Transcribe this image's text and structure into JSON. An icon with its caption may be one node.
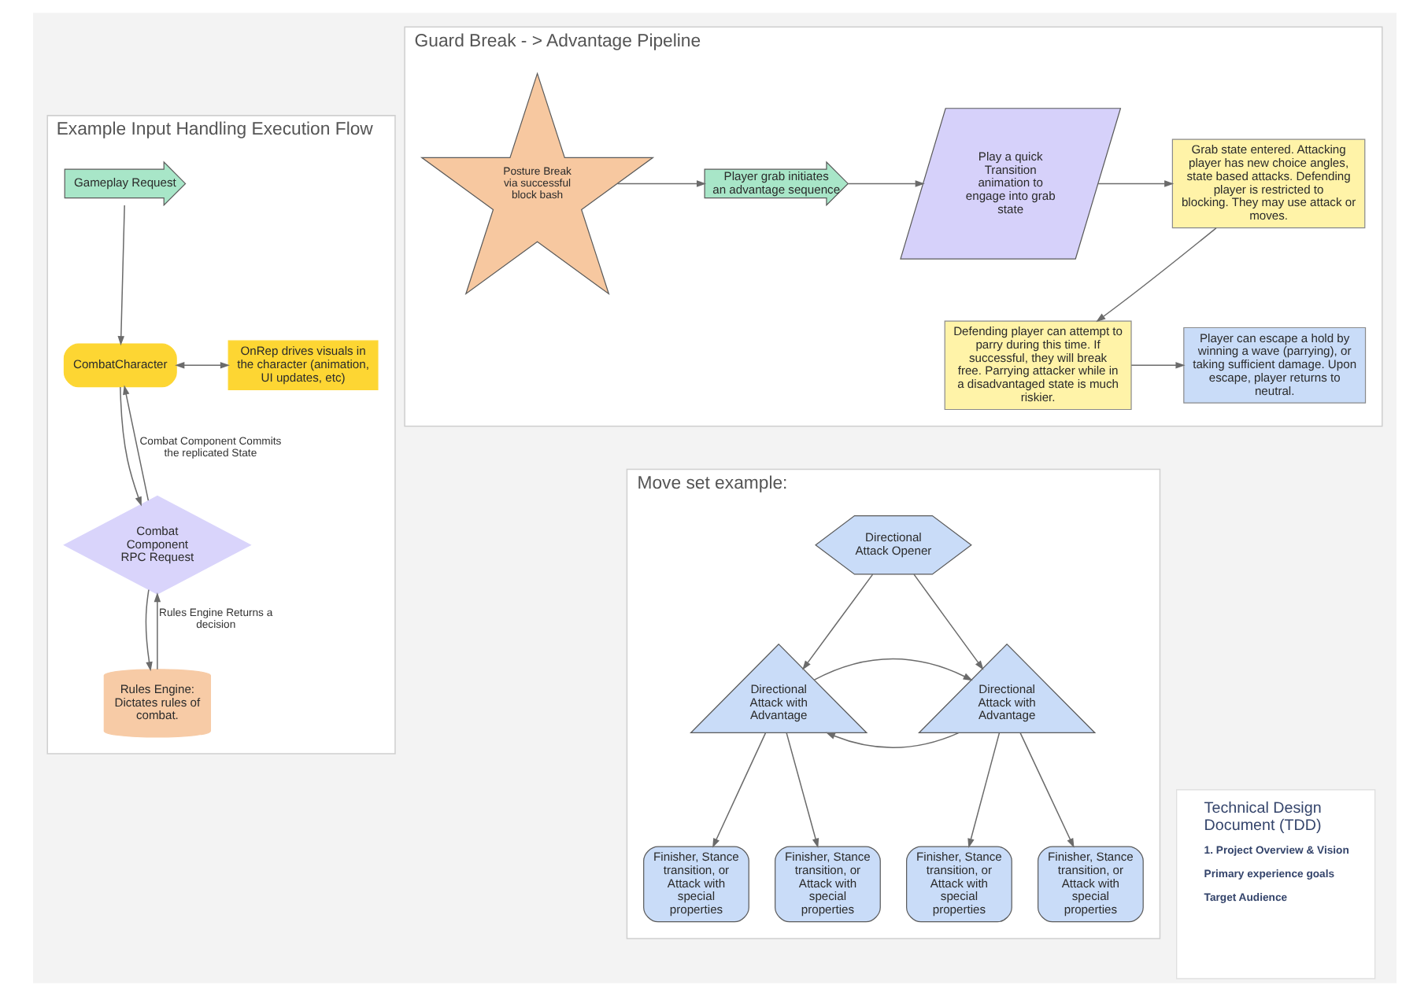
{
  "diagram": {
    "nodes": [
      {
        "text": [
          "Example Input Handling Execution Flow"
        ]
      },
      {
        "text": [
          "Gameplay Request"
        ],
        "in": 0
      },
      {
        "text": [
          "CombatCharacter"
        ],
        "in": 0
      },
      {
        "text": [
          "OnRep drives visuals in the character (animation, UI updates, etc)"
        ],
        "in": 0
      },
      {
        "text": [
          "Combat Component RPC Request"
        ],
        "in": 0
      },
      {
        "text": [
          "Rules Engine: Dictates rules of combat."
        ],
        "in": 0
      },
      {
        "text": [
          "Guard Break - > Advantage Pipeline"
        ]
      },
      {
        "text": [
          "Posture Break via successful block bash"
        ],
        "in": 6
      },
      {
        "text": [
          "Player grab initiates an advantage sequence"
        ],
        "in": 6
      },
      {
        "text": [
          "Play a quick Transition animation to engage into grab state"
        ],
        "in": 6
      },
      {
        "text": [
          "Grab state entered. Attacking player has new choice angles, state based attacks. Defending player is restricted to blocking. They may use attack or moves."
        ],
        "in": 6
      },
      {
        "text": [
          "Defending player can attempt to parry during this time. If successful, they will break free. Parrying attacker while in a disadvantaged state is much riskier."
        ],
        "in": 6
      },
      {
        "text": [
          "Player can escape a hold by winning a wave (parrying), or taking sufficient damage. Upon escape, player returns to neutral."
        ],
        "in": 6
      },
      {
        "text": [
          "Move set example:"
        ]
      },
      {
        "text": [
          "Directional Attack Opener"
        ],
        "in": 13
      },
      {
        "text": [
          "Directional Attack with Advantage"
        ],
        "in": 13
      },
      {
        "text": [
          "Directional Attack with Advantage"
        ],
        "in": 13
      },
      {
        "text": [
          "Finisher, Stance transition, or Attack with special properties"
        ],
        "in": 13
      },
      {
        "text": [
          "Finisher, Stance transition, or Attack with special properties"
        ],
        "in": 13
      },
      {
        "text": [
          "Finisher, Stance transition, or Attack with special properties"
        ],
        "in": 13
      },
      {
        "text": [
          "Finisher, Stance transition, or Attack with special properties"
        ],
        "in": 13
      },
      {
        "text": [
          "Technical Design Document (TDD)",
          "1. Project Overview & Vision",
          "Primary experience goals",
          "Target Audience"
        ]
      }
    ],
    "edges": [
      {
        "from": 1,
        "to": 2,
        "arrow": "to"
      },
      {
        "from": 2,
        "to": 3,
        "arrow": "both"
      },
      {
        "from": 2,
        "to": 4,
        "arrow": "to"
      },
      {
        "from": 4,
        "to": 2,
        "arrow": "to",
        "label": "Combat Component Commits the replicated State"
      },
      {
        "from": 4,
        "to": 5,
        "arrow": "to"
      },
      {
        "from": 5,
        "to": 4,
        "arrow": "to",
        "label": "Rules Engine Returns a decision"
      },
      {
        "from": 7,
        "to": 8,
        "arrow": "to"
      },
      {
        "from": 8,
        "to": 9,
        "arrow": "to"
      },
      {
        "from": 9,
        "to": 10,
        "arrow": "to"
      },
      {
        "from": 10,
        "to": 11,
        "arrow": "to"
      },
      {
        "from": 11,
        "to": 12,
        "arrow": "to"
      },
      {
        "from": 14,
        "to": 15,
        "arrow": "to"
      },
      {
        "from": 14,
        "to": 16,
        "arrow": "to"
      },
      {
        "from": 16,
        "to": 15,
        "arrow": "to"
      },
      {
        "from": 15,
        "to": 16,
        "arrow": "to"
      },
      {
        "from": 15,
        "to": 17,
        "arrow": "to"
      },
      {
        "from": 15,
        "to": 18,
        "arrow": "to"
      },
      {
        "from": 16,
        "to": 19,
        "arrow": "to"
      },
      {
        "from": 16,
        "to": 20,
        "arrow": "to"
      }
    ]
  }
}
